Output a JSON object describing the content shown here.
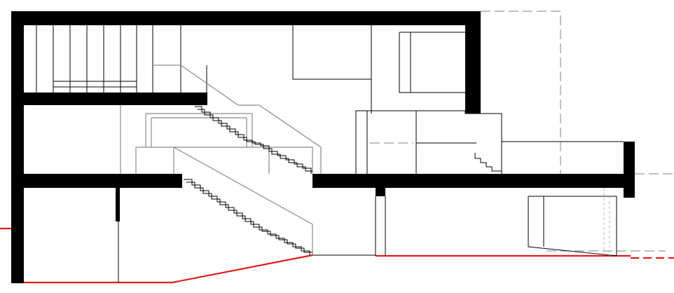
{
  "drawing": {
    "type": "architectural-section",
    "levels": [
      "lower-ground",
      "ground",
      "upper"
    ],
    "colors": {
      "walls": "#000000",
      "linework": "#000000",
      "hidden_lines": "#8a8a8a",
      "dashed_outline": "#9a9a9a",
      "ground_line": "#e21b1b"
    },
    "text_labels": []
  }
}
